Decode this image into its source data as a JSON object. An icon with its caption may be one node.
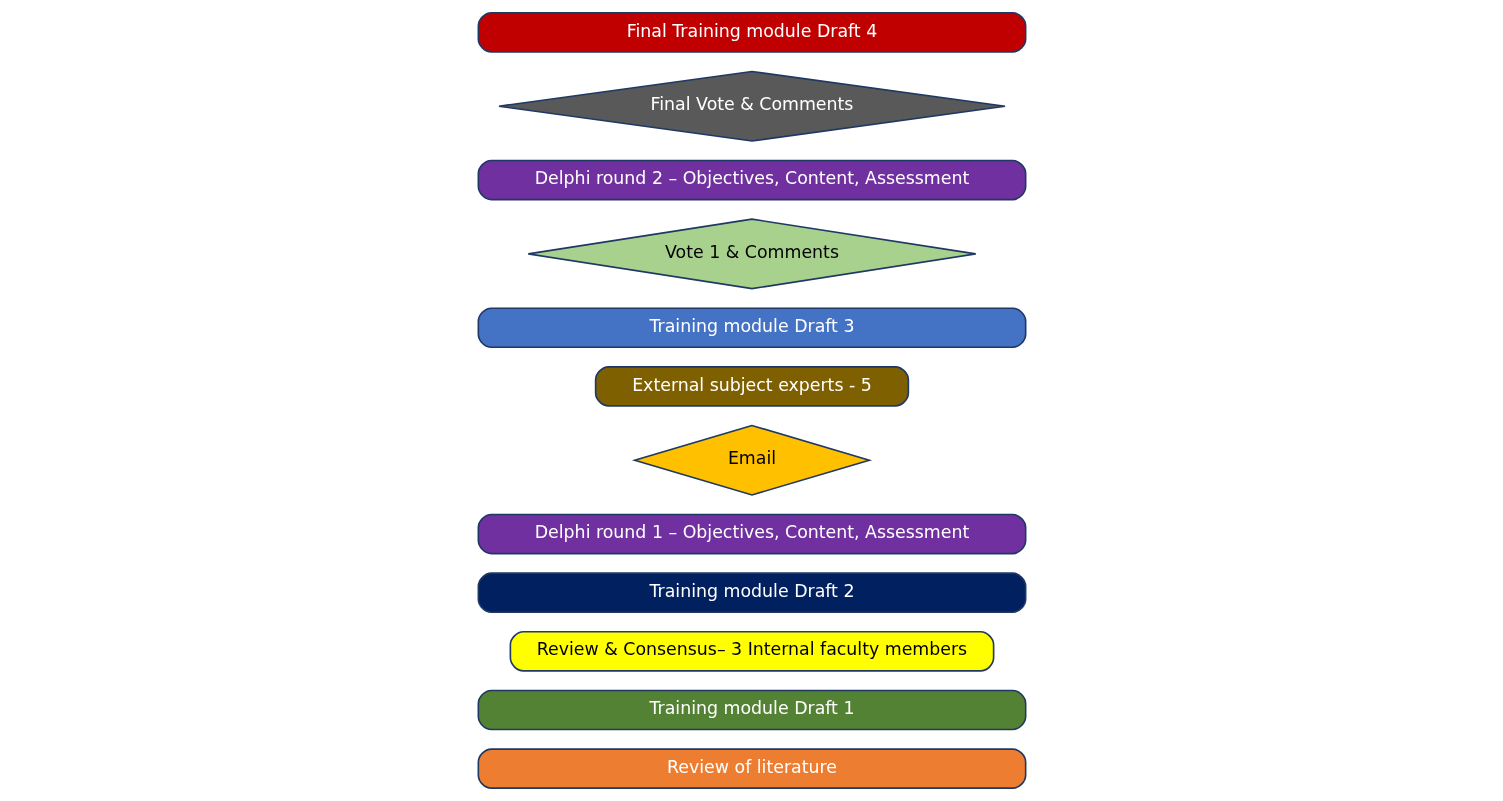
{
  "diagram": {
    "nodes": [
      {
        "text": [
          "Review of literature"
        ]
      },
      {
        "text": [
          "Training module Draft 1"
        ]
      },
      {
        "text": [
          "Review & Consensus– 3 Internal faculty members"
        ]
      },
      {
        "text": [
          "Training module Draft 2"
        ]
      },
      {
        "text": [
          "Delphi round 1 – Objectives, Content, Assessment"
        ]
      },
      {
        "text": [
          "Email"
        ]
      },
      {
        "text": [
          "External subject experts - 5"
        ]
      },
      {
        "text": [
          "Training module Draft 3"
        ]
      },
      {
        "text": [
          "Vote 1 & Comments"
        ]
      },
      {
        "text": [
          "Delphi round 2 – Objectives, Content, Assessment"
        ]
      },
      {
        "text": [
          "Final Vote & Comments"
        ]
      },
      {
        "text": [
          "Final Training module Draft 4"
        ]
      }
    ]
  }
}
